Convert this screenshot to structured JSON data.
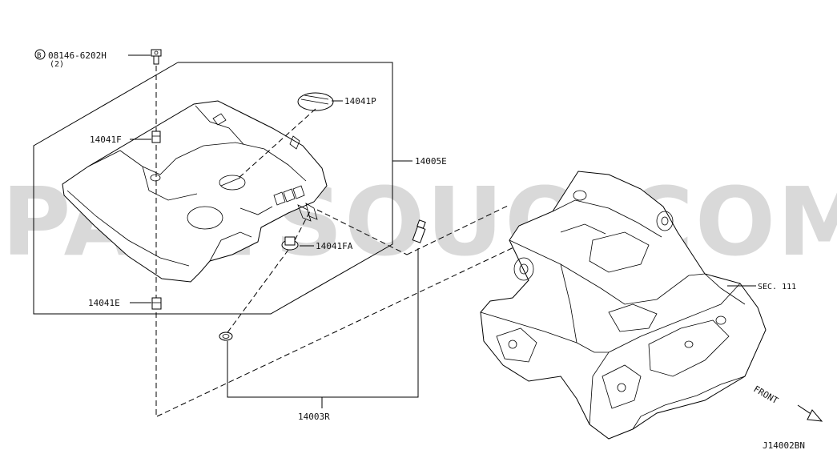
{
  "watermark": "PARTSOUQ.COM",
  "labels": {
    "bolt_prefix": "B",
    "bolt_part": "08146-6202H",
    "bolt_qty": "(2)",
    "cover_cap": "14041P",
    "grommet_f": "14041F",
    "cover_assy": "14005E",
    "grommet_fa": "14041FA",
    "grommet_e": "14041E",
    "sec": "SEC. 111",
    "seal": "14003R",
    "front": "FRONT",
    "drawing_id": "J14002BN"
  }
}
